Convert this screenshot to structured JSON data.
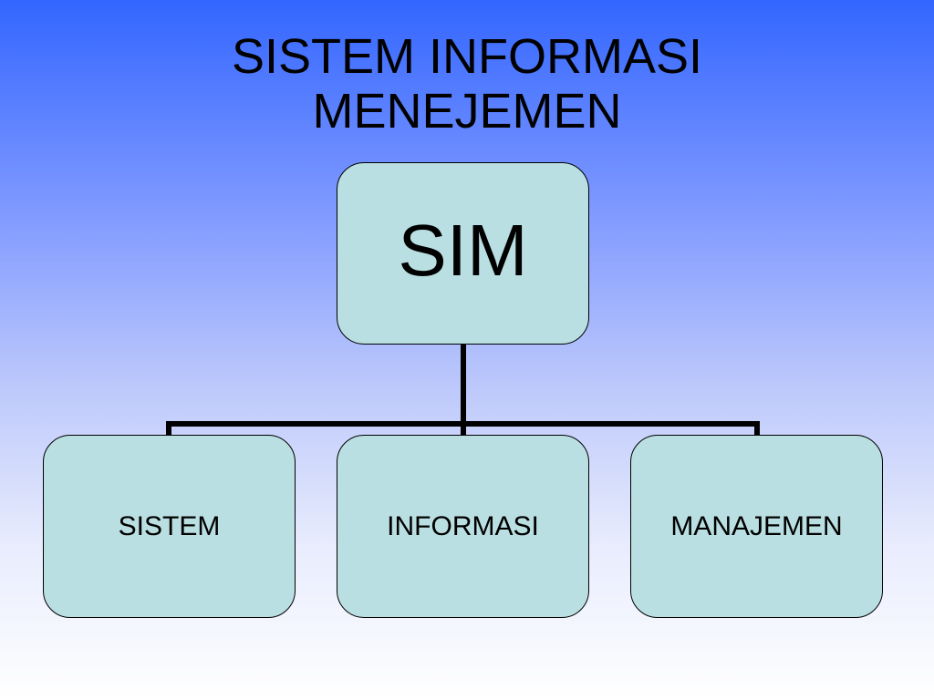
{
  "slide": {
    "title_line1": "SISTEM INFORMASI",
    "title_line2": "MENEJEMEN"
  },
  "diagram": {
    "root": {
      "label": "SIM"
    },
    "children": [
      {
        "label": "SISTEM"
      },
      {
        "label": "INFORMASI"
      },
      {
        "label": "MANAJEMEN"
      }
    ],
    "colors": {
      "node_fill": "#badfe2",
      "node_border": "#000000",
      "connector": "#000000",
      "background_top": "#3366ff",
      "background_bottom": "#ffffff"
    }
  }
}
